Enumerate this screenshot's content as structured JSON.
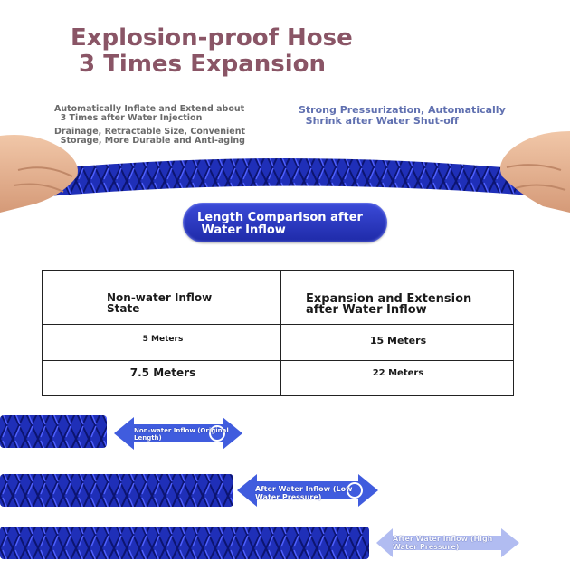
{
  "title": {
    "line1": "Explosion-proof Hose",
    "line2": " 3 Times Expansion"
  },
  "features": {
    "left_1": "Automatically Inflate and Extend about\n  3 Times after Water Injection",
    "left_2": "Drainage, Retractable Size, Convenient\n  Storage, More Durable and Anti-aging",
    "right": "Strong Pressurization, Automatically\n  Shrink after Water Shut-off"
  },
  "label": "Length Comparison after\n Water Inflow",
  "table": {
    "headers": [
      "Non-water Inflow\nState",
      "Expansion and Extension\nafter Water Inflow"
    ],
    "rows": [
      [
        "5 Meters",
        "15 Meters"
      ],
      [
        "7.5 Meters",
        "22 Meters"
      ]
    ]
  },
  "comparison": [
    {
      "label": "Non-water Inflow (Original\nLength)"
    },
    {
      "label": "After Water Inflow (Low\nWater Pressure)"
    },
    {
      "label": "After Water Inflow (High\nWater Pressure)"
    }
  ],
  "colors": {
    "title": "#8a5566",
    "hose": "#1f2fb8",
    "hose_dark": "#0c1470",
    "arrow": "#1f3fd8"
  }
}
